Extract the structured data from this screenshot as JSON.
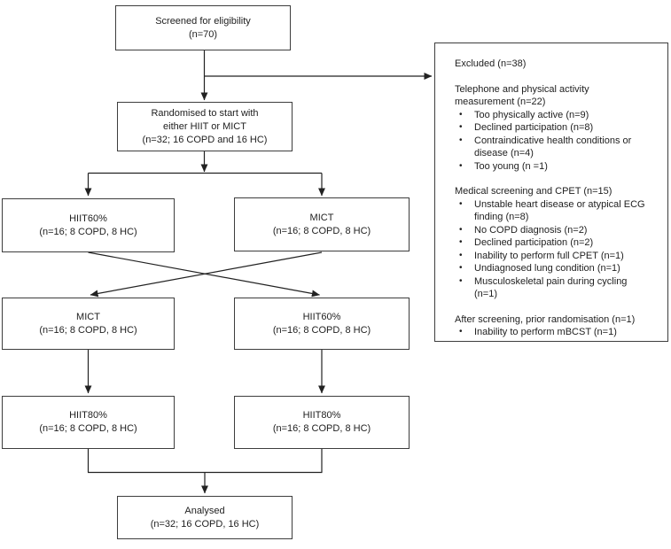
{
  "diagram": {
    "type": "consort-flow-diagram",
    "colors": {
      "background": "#ffffff",
      "box_border": "#3d3d3d",
      "text": "#1e1e1e",
      "arrow": "#222222"
    },
    "boxes": {
      "screened": {
        "lines": [
          "Screened for eligibility",
          "(n=70)"
        ]
      },
      "randomised": {
        "lines": [
          "Randomised to start with",
          "either HIIT or MICT",
          "(n=32; 16 COPD and 16 HC)"
        ]
      },
      "row1_left": {
        "lines": [
          "HIIT60%",
          "(n=16; 8 COPD, 8 HC)"
        ]
      },
      "row1_right": {
        "lines": [
          "MICT",
          "(n=16; 8 COPD, 8 HC)"
        ]
      },
      "row2_left": {
        "lines": [
          "MICT",
          "(n=16; 8 COPD, 8 HC)"
        ]
      },
      "row2_right": {
        "lines": [
          "HIIT60%",
          "(n=16; 8 COPD, 8 HC)"
        ]
      },
      "row3_left": {
        "lines": [
          "HIIT80%",
          "(n=16; 8 COPD, 8 HC)"
        ]
      },
      "row3_right": {
        "lines": [
          "HIIT80%",
          "(n=16; 8 COPD, 8 HC)"
        ]
      },
      "analysed": {
        "lines": [
          "Analysed",
          "(n=32; 16 COPD, 16 HC)"
        ]
      }
    },
    "excluded": {
      "title": "Excluded (n=38)",
      "bullet_char": "•",
      "sections": [
        {
          "heading": "Telephone and physical activity measurement (n=22)",
          "items": [
            "Too physically active (n=9)",
            "Declined participation (n=8)",
            "Contraindicative health conditions or disease (n=4)",
            "Too young (n =1)"
          ]
        },
        {
          "heading": "Medical screening and CPET (n=15)",
          "items": [
            "Unstable heart disease or atypical ECG finding (n=8)",
            "No COPD diagnosis (n=2)",
            "Declined participation (n=2)",
            "Inability to perform full CPET (n=1)",
            "Undiagnosed lung condition (n=1)",
            "Musculoskeletal pain during cycling (n=1)"
          ]
        },
        {
          "heading": "After screening, prior randomisation (n=1)",
          "items": [
            "Inability to perform mBCST (n=1)"
          ]
        }
      ]
    }
  }
}
